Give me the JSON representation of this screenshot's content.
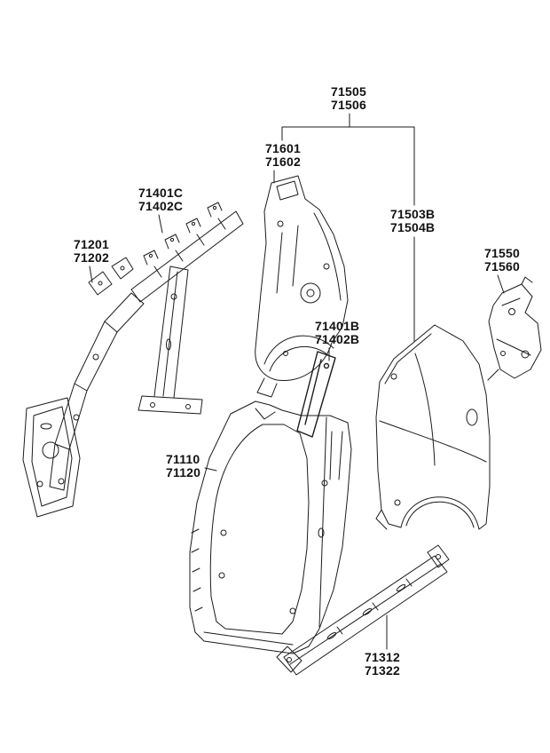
{
  "colors": {
    "ink": "#1b1b1b",
    "background": "#ffffff"
  },
  "diagram": {
    "labels": [
      {
        "line1": "71505",
        "line2": "71506"
      },
      {
        "line1": "71601",
        "line2": "71602"
      },
      {
        "line1": "71401C",
        "line2": "71402C"
      },
      {
        "line1": "71201",
        "line2": "71202"
      },
      {
        "line1": "71503B",
        "line2": "71504B"
      },
      {
        "line1": "71550",
        "line2": "71560"
      },
      {
        "line1": "71401B",
        "line2": "71402B"
      },
      {
        "line1": "71110",
        "line2": "71120"
      },
      {
        "line1": "71312",
        "line2": "71322"
      }
    ]
  }
}
